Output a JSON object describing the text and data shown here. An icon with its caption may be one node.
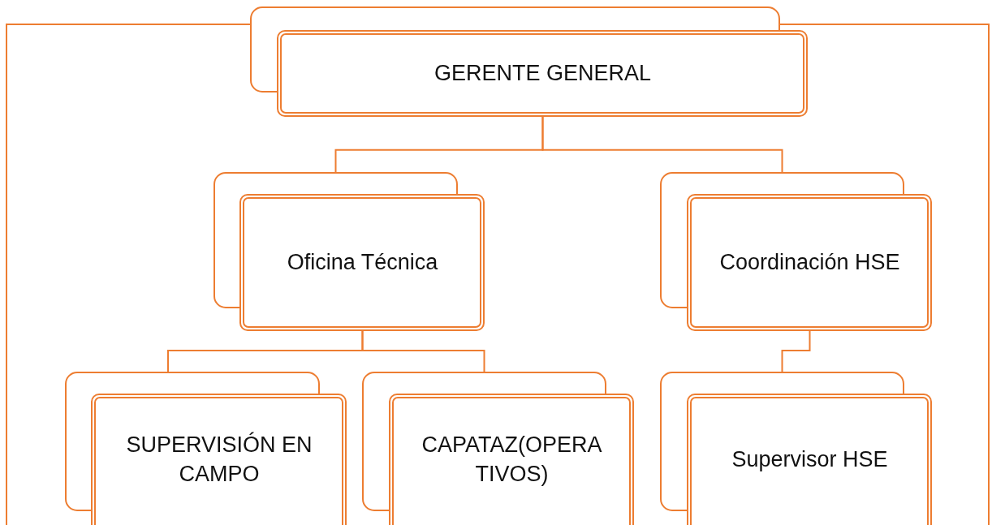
{
  "diagram": {
    "nodes": [
      {
        "text": [
          "GERENTE GENERAL"
        ]
      },
      {
        "text": [
          "Oficina Técnica"
        ]
      },
      {
        "text": [
          "Coordinación HSE"
        ]
      },
      {
        "text": [
          "SUPERVISIÓN EN CAMPO"
        ]
      },
      {
        "text": [
          "CAPATAZ(OPERA TIVOS)"
        ]
      },
      {
        "text": [
          "Supervisor HSE"
        ]
      }
    ],
    "edges": [
      {
        "from": 0,
        "to": 1,
        "arrow": "none"
      },
      {
        "from": 0,
        "to": 2,
        "arrow": "none"
      },
      {
        "from": 1,
        "to": 3,
        "arrow": "none"
      },
      {
        "from": 1,
        "to": 4,
        "arrow": "none"
      },
      {
        "from": 2,
        "to": 5,
        "arrow": "none"
      }
    ]
  }
}
